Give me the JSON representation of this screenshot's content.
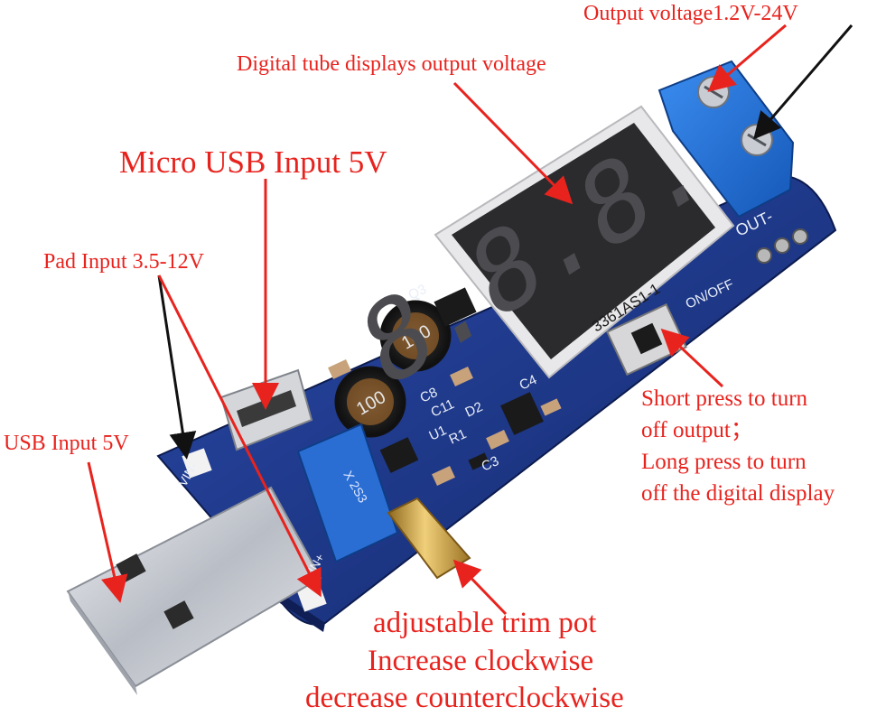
{
  "callouts": {
    "output_voltage": "Output voltage1.2V-24V",
    "digital_tube": "Digital tube displays output voltage",
    "micro_usb": "Micro USB Input 5V",
    "pad_input": "Pad Input 3.5-12V",
    "usb_input": "USB Input 5V",
    "button_note": {
      "line1": "Short press to turn",
      "line2": "off output；",
      "line3": "Long press to turn",
      "line4": "off the digital display"
    },
    "trim_pot": {
      "line1": "adjustable trim pot",
      "line2": "Increase clockwise",
      "line3": "decrease counterclockwise"
    }
  },
  "board_markings": {
    "display_reading": "8.8.8.",
    "display_part": "3361AS1-1",
    "out_label": "OUT-",
    "on_off_label": "ON/OFF",
    "vin_minus": "VIN-",
    "vin_plus": "VIN+",
    "inductor_label": "100",
    "q3": "Q3",
    "c8": "C8",
    "c11": "C11",
    "d2": "D2",
    "c4": "C4",
    "r1": "R1",
    "c3": "C3",
    "u1": "U1"
  },
  "colors": {
    "annotation_red": "#e8231e",
    "pcb_blue": "#1d3a8f",
    "terminal_blue": "#1f6fd6",
    "display_face": "#2b2b2e",
    "segment_off": "#4c4c50",
    "usb_metal": "#c9ccd2",
    "brass": "#c89a3a"
  },
  "icons": {
    "arrow": "arrow-pointer",
    "segment_display": "seven-segment-display",
    "terminal_block": "screw-terminal-block"
  }
}
